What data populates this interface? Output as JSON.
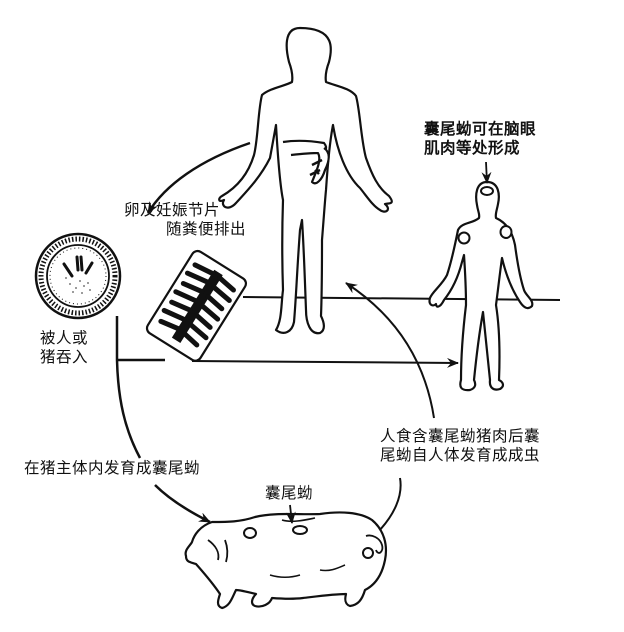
{
  "diagram": {
    "subject": "pork tapeworm life cycle",
    "labels": {
      "cyst_sites": {
        "line1": "囊尾蚴可在脑眼",
        "line2": "肌肉等处形成"
      },
      "eggs_proglottids": {
        "line1": "卵及妊娠节片",
        "line2": "随粪便排出"
      },
      "ingested": {
        "line1": "被人或",
        "line2": "猪吞入"
      },
      "human_eats_pork": {
        "line1": "人食含囊尾蚴猪肉后囊",
        "line2": "尾蚴自人体发育成成虫"
      },
      "pig_develop": {
        "text": "在猪主体内发育成囊尾蚴"
      },
      "cysticercus": {
        "text": "囊尾蚴"
      }
    },
    "nodes": [
      {
        "id": "adult-human",
        "desc": "human figure with adult tapeworm in intestine"
      },
      {
        "id": "egg",
        "desc": "tapeworm egg (circular, with hooklets)"
      },
      {
        "id": "proglottid",
        "desc": "gravid proglottid segment"
      },
      {
        "id": "infected-human",
        "desc": "human figure with cysticerci in head and arms"
      },
      {
        "id": "pig",
        "desc": "pig with cysticerci in muscle"
      }
    ],
    "edges": [
      {
        "from": "adult-human",
        "to": "egg",
        "label_ref": "eggs_proglottids"
      },
      {
        "from": "egg",
        "to": "infected-human",
        "label_ref": "ingested"
      },
      {
        "from": "egg",
        "to": "pig",
        "label_ref": "pig_develop"
      },
      {
        "from": "pig",
        "to": "adult-human",
        "label_ref": "human_eats_pork"
      }
    ],
    "colors": {
      "ink": "#111111",
      "background": "#ffffff"
    }
  }
}
